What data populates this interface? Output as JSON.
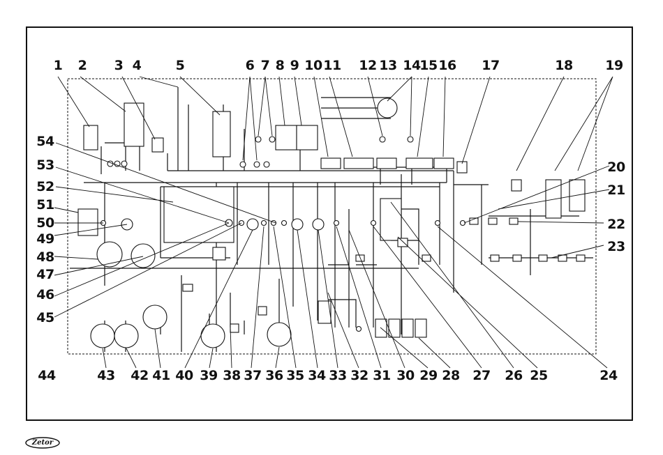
{
  "diagram": {
    "top_labels": [
      "1",
      "2",
      "3",
      "4",
      "5",
      "6",
      "7",
      "8",
      "9",
      "10",
      "11",
      "12",
      "13",
      "14",
      "15",
      "16",
      "17",
      "18",
      "19"
    ],
    "right_labels": [
      "20",
      "21",
      "22",
      "23"
    ],
    "bottom_labels": [
      "44",
      "43",
      "42",
      "41",
      "40",
      "39",
      "38",
      "37",
      "36",
      "35",
      "34",
      "33",
      "32",
      "31",
      "30",
      "29",
      "28",
      "27",
      "26",
      "25",
      "24"
    ],
    "left_labels": [
      "54",
      "53",
      "52",
      "51",
      "50",
      "49",
      "48",
      "47",
      "46",
      "45"
    ]
  },
  "logo": {
    "text": "Zetor"
  },
  "colors": {
    "ink": "#111111",
    "background": "#ffffff"
  }
}
